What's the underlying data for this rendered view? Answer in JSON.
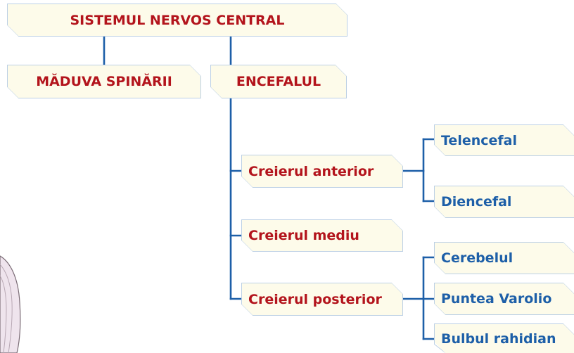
{
  "colors": {
    "line": "#1d5fa8",
    "box_fill": "#fdfbea",
    "box_border": "#bcd0e5",
    "red_text": "#b3141c",
    "blue_text": "#1d5fa8"
  },
  "diagram": {
    "root": {
      "label": "SISTEMUL NERVOS CENTRAL"
    },
    "level1": {
      "spinal_cord": {
        "label": "MĂDUVA SPINĂRII"
      },
      "encephalon": {
        "label": "ENCEFALUL"
      }
    },
    "level2": {
      "forebrain": {
        "label": "Creierul anterior"
      },
      "midbrain": {
        "label": "Creierul mediu"
      },
      "hindbrain": {
        "label": "Creierul posterior"
      }
    },
    "level3": {
      "telencephalon": {
        "label": "Telencefal"
      },
      "diencephalon": {
        "label": "Diencefal"
      },
      "cerebellum": {
        "label": "Cerebelul"
      },
      "pons": {
        "label": "Puntea Varolio"
      },
      "medulla": {
        "label": "Bulbul rahidian"
      }
    }
  }
}
